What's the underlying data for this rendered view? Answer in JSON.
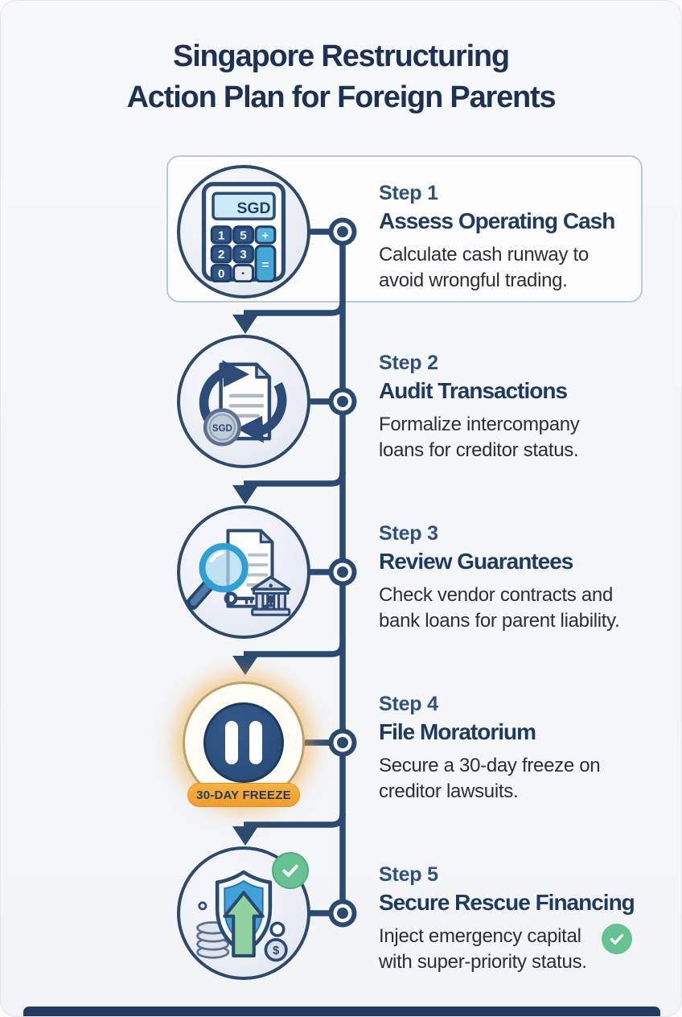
{
  "header": {
    "title_line1": "Singapore Restructuring",
    "title_line2": "Action Plan for Foreign Parents"
  },
  "steps": [
    {
      "label": "Step 1",
      "title": "Assess Operating Cash",
      "description_line1": "Calculate cash runway to",
      "description_line2": "avoid wrongful trading.",
      "icon": "calculator-sgd"
    },
    {
      "label": "Step 2",
      "title": "Audit Transactions",
      "description_line1": "Formalize intercompany",
      "description_line2": "loans for creditor status.",
      "icon": "document-exchange-sgd"
    },
    {
      "label": "Step 3",
      "title": "Review Guarantees",
      "description_line1": "Check vendor contracts and",
      "description_line2": "bank loans for parent liability.",
      "icon": "magnifier-contract-bank"
    },
    {
      "label": "Step 4",
      "title": "File Moratorium",
      "description_line1": "Secure a 30-day freeze on",
      "description_line2": "creditor lawsuits.",
      "icon": "pause-circle",
      "badge": "30-DAY FREEZE"
    },
    {
      "label": "Step 5",
      "title": "Secure Rescue Financing",
      "description_line1": "Inject emergency capital",
      "description_line2": "with super-priority status.",
      "icon": "shield-growth-check"
    }
  ],
  "icon_text": {
    "calculator_display": "SGD",
    "calc_keys": [
      "1",
      "5",
      "+",
      "2",
      "3",
      "=",
      "0",
      "·"
    ],
    "coin_label": "SGD",
    "dollar_sign": "$"
  },
  "colors": {
    "navy_line": "#2b4a72",
    "heading_text": "#1c3155",
    "step_label": "#2d5180",
    "step_title": "#1e3a5f",
    "body_text": "#2c2e33",
    "freeze_badge_orange": "#f4a733",
    "freeze_glow": "#f4aa3c",
    "check_green": "#67c292",
    "magnifier_blue": "#2f9fd6",
    "shield_blue": "#3fa3da",
    "background": "#f4f6f9"
  }
}
